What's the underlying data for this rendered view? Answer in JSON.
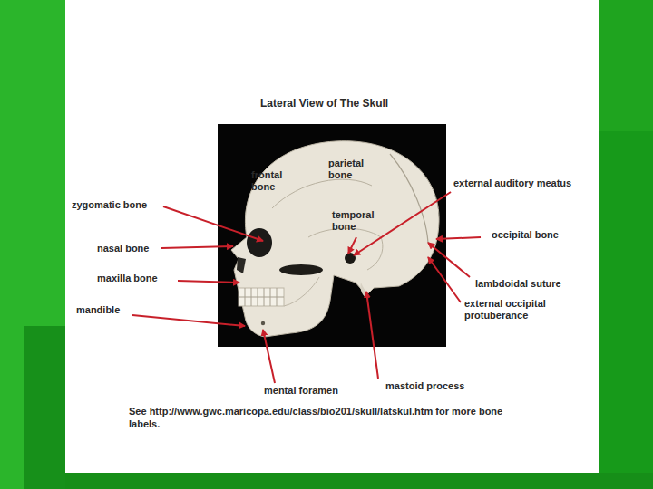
{
  "diagram": {
    "title": "Lateral View of The Skull",
    "caption": "See http://www.gwc.maricopa.edu/class/bio201/skull/latskul.htm for more bone labels.",
    "labels": [
      "frontal bone",
      "parietal bone",
      "external auditory meatus",
      "zygomatic bone",
      "temporal bone",
      "occipital bone",
      "nasal bone",
      "maxilla bone",
      "lambdoidal suture",
      "external occipital protuberance",
      "mandible",
      "mental foramen",
      "mastoid process"
    ]
  }
}
